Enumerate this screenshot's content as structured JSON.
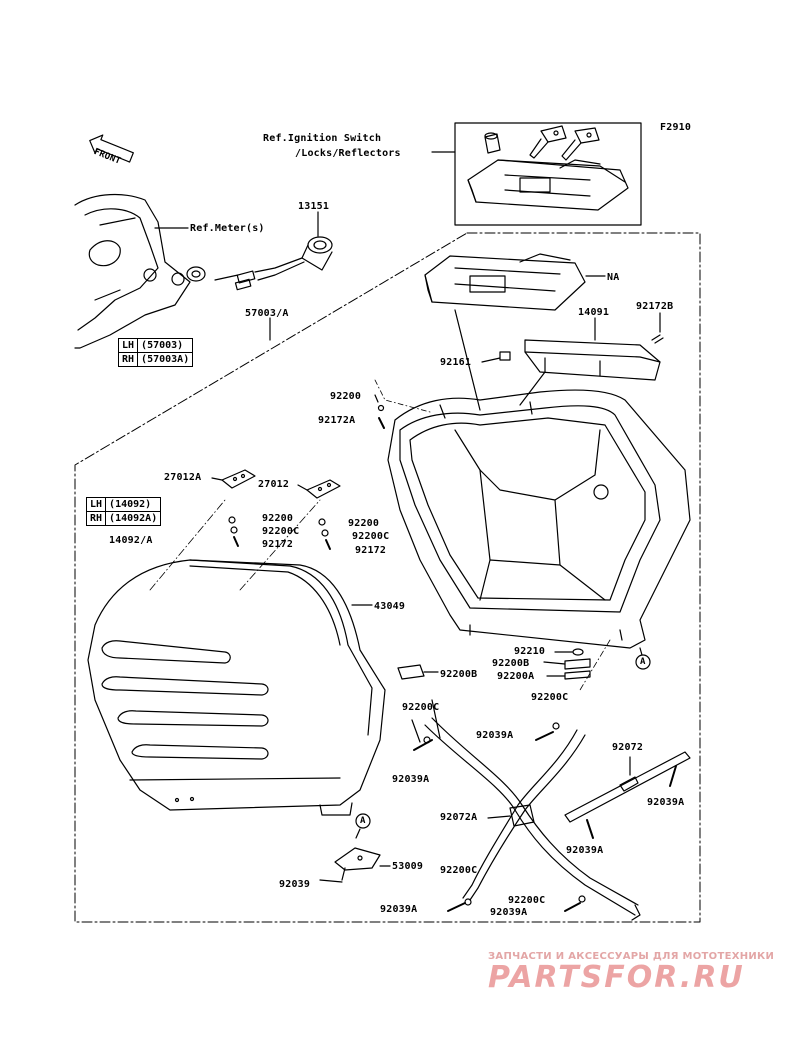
{
  "figure_code": "F2910",
  "front_label": "FRONT",
  "refs": {
    "ignition": [
      "Ref.Ignition Switch",
      "/Locks/Reflectors"
    ],
    "meter": "Ref.Meter(s)"
  },
  "tables": {
    "upper": [
      [
        "LH",
        "(57003)"
      ],
      [
        "RH",
        "(57003A)"
      ]
    ],
    "lower": [
      [
        "LH",
        "(14092)"
      ],
      [
        "RH",
        "(14092A)"
      ]
    ]
  },
  "parts": {
    "p13151": "13151",
    "p57003": "57003/A",
    "pNA": "NA",
    "p92172B": "92172B",
    "p14091": "14091",
    "p92161": "92161",
    "p92200_top": "92200",
    "p92172A_top": "92172A",
    "p27012A": "27012A",
    "p27012": "27012",
    "p92200_l1": "92200",
    "p92200C_l1": "92200C",
    "p92172_l1": "92172",
    "p92200_r1": "92200",
    "p92200C_r1": "92200C",
    "p92172_r1": "92172",
    "p14092": "14092/A",
    "p43049": "43049",
    "p92210": "92210",
    "p92200B_r": "92200B",
    "p92200A_r": "92200A",
    "p92200B_m": "92200B",
    "p92200C_a": "92200C",
    "p92200C_b": "92200C",
    "p92039A_a": "92039A",
    "p92039A_b": "92039A",
    "p92072": "92072",
    "p92039A_c": "92039A",
    "p92072A": "92072A",
    "p92039A_d": "92039A",
    "p53009": "53009",
    "p92039": "92039",
    "p92200C_c": "92200C",
    "p92200C_d": "92200C",
    "p92039A_e": "92039A",
    "p92039A_f": "92039A",
    "markA_1": "A",
    "markA_2": "A"
  },
  "watermark": {
    "subtitle": "ЗАПЧАСТИ И АКСЕССУАРЫ ДЛЯ МОТОТЕХНИКИ",
    "brand": "PARTSFOR.RU"
  }
}
